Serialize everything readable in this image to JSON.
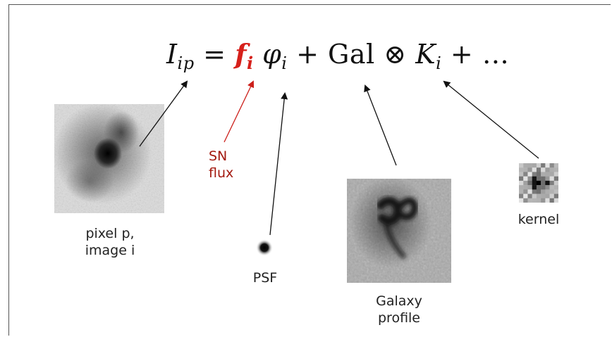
{
  "equation": {
    "lhs": "I",
    "lhs_sub": "ip",
    "equals": "=",
    "flux": "f",
    "flux_sub": "i",
    "psf": "φ",
    "psf_sub": "i",
    "plus1": "+",
    "gal": "Gal",
    "conv": "⊗",
    "kernel": "K",
    "kernel_sub": "i",
    "plus2": "+",
    "dots": "…"
  },
  "labels": {
    "pixel_line1": "pixel p,",
    "pixel_line2": "image i",
    "sn_line1": "SN",
    "sn_line2": "flux",
    "psf": "PSF",
    "galaxy_line1": "Galaxy",
    "galaxy_line2": "profile",
    "kernel": "kernel"
  },
  "colors": {
    "flux_symbol": "#d6201b",
    "sn_label": "#a3190f",
    "sn_arrow": "#cc1f1a",
    "arrow": "#111111"
  }
}
